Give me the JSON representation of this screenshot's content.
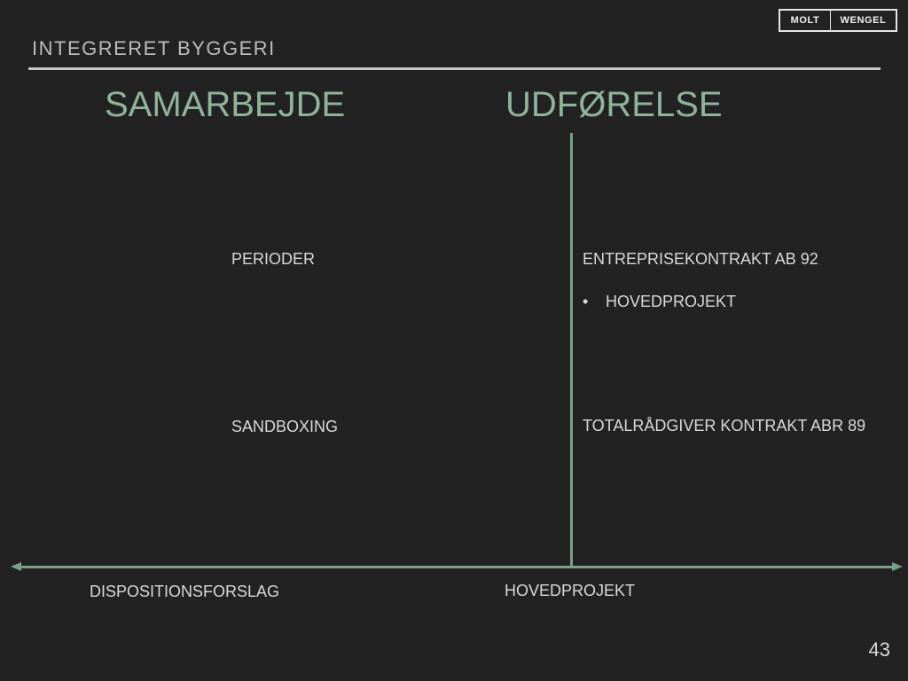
{
  "header": {
    "title": "INTEGRERET BYGGERI",
    "logo_left": "MOLT",
    "logo_right": "WENGEL"
  },
  "columns": {
    "left_heading": "SAMARBEJDE",
    "right_heading": "UDFØRELSE"
  },
  "left_items": [
    "PERIODER",
    "SANDBOXING"
  ],
  "right_items": {
    "item1": "ENTREPRISEKONTRAKT AB 92",
    "bullet_symbol": "•",
    "bullet1": "HOVEDPROJEKT",
    "item2": "TOTALRÅDGIVER KONTRAKT ABR 89"
  },
  "axis": {
    "left_label": "DISPOSITIONSFORSLAG",
    "right_label": "HOVEDPROJEKT"
  },
  "page_number": "43",
  "colors": {
    "background": "#222222",
    "accent_green": "#8fb49a",
    "line_green": "#7aa085",
    "text": "#d9d9d9"
  }
}
